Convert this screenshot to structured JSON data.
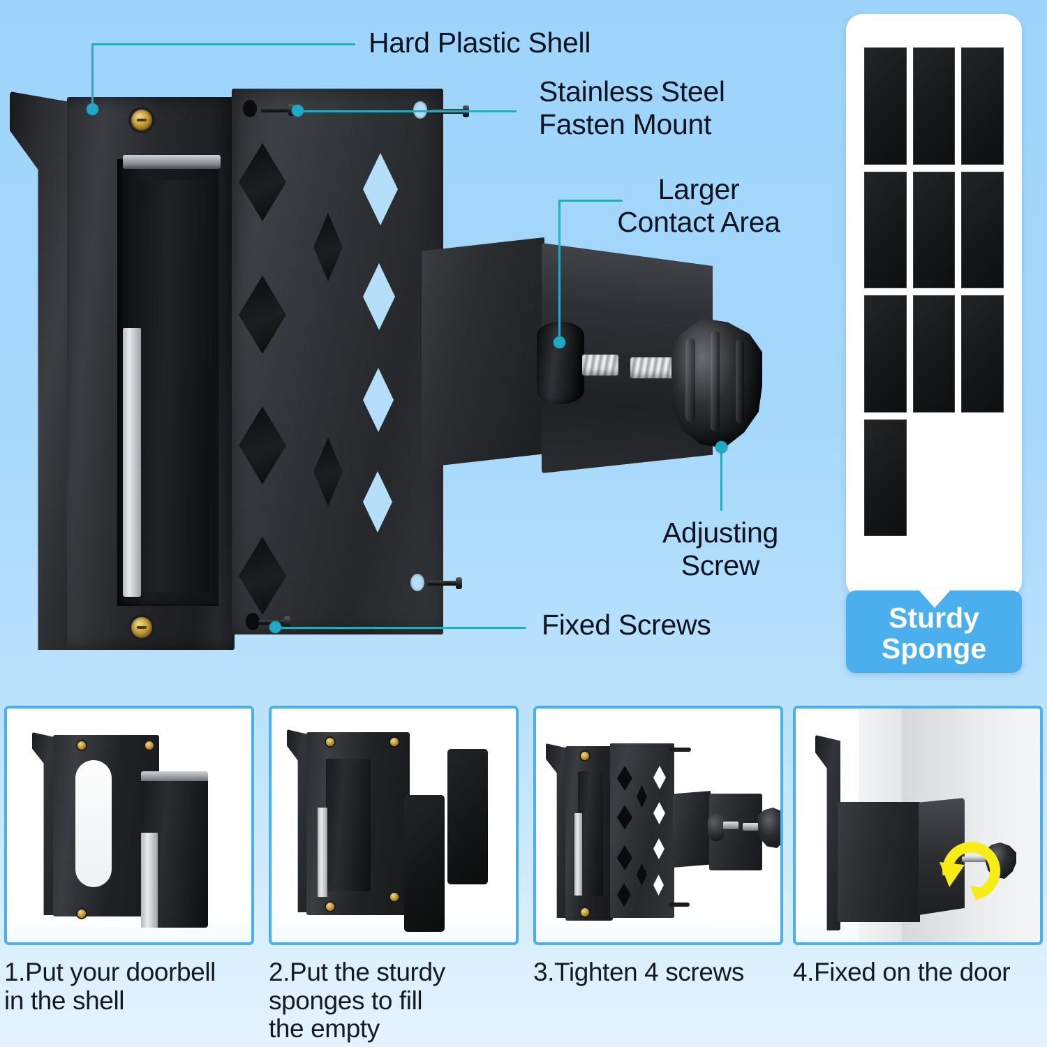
{
  "theme": {
    "background_top": "#9ed4fb",
    "background_bottom": "#e4f3fe",
    "accent_blue": "#4aafec",
    "leader_teal": "#2aa9ba",
    "text_dark": "#0d1320",
    "panel_white": "#ffffff"
  },
  "hero": {
    "callouts": [
      {
        "id": "hard-plastic-shell",
        "label": "Hard Plastic Shell"
      },
      {
        "id": "stainless-steel-mount",
        "label": "Stainless Steel\nFasten Mount"
      },
      {
        "id": "larger-contact-area",
        "label": "Larger\nContact Area"
      },
      {
        "id": "adjusting-screw",
        "label": "Adjusting\nScrew"
      },
      {
        "id": "fixed-screws",
        "label": "Fixed Screws"
      }
    ]
  },
  "sponge_panel": {
    "banner_line1": "Sturdy",
    "banner_line2": "Sponge",
    "chip_count": 10,
    "grid_columns": 3,
    "grid_rows": 4
  },
  "steps": [
    {
      "number": "1",
      "caption": "1.Put your doorbell\nin the shell"
    },
    {
      "number": "2",
      "caption": "2.Put the sturdy\nsponges to fill\nthe empty"
    },
    {
      "number": "3",
      "caption": "3.Tighten 4 screws"
    },
    {
      "number": "4",
      "caption": "4.Fixed on the door"
    }
  ]
}
